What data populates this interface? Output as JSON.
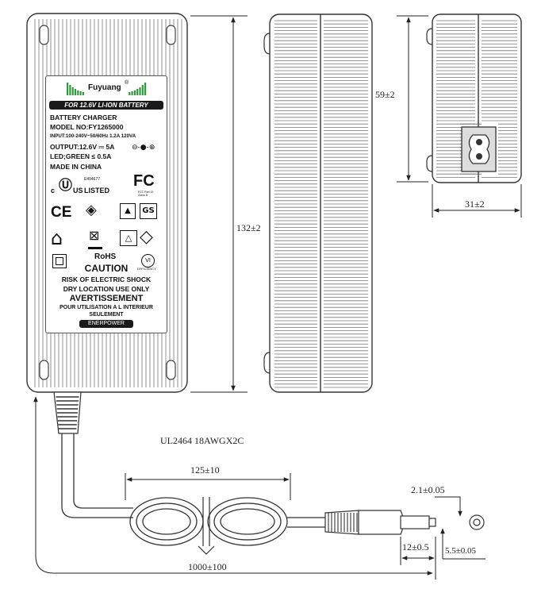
{
  "drawing": {
    "cable_spec": "UL2464 18AWGX2C",
    "dim_height": "132±2",
    "dim_side_height": "59±2",
    "dim_side_width": "31±2",
    "dim_coil": "125±10",
    "dim_cable_length": "1000±100",
    "dim_plug_length": "12±0.5",
    "dim_pin_inner": "2.1±0.05",
    "dim_pin_outer": "5.5±0.05"
  },
  "label": {
    "brand": "Fuyuang",
    "brand_mark": "®",
    "battery_type": "FOR 12.6V LI-ION BATTERY",
    "product": "BATTERY CHARGER",
    "model": "MODEL NO:FY1265000",
    "input": "INPUT:100-240V~50/60Hz 1.2A 120VA",
    "output": "OUTPUT:12.6V ⎓ 5A",
    "led": "LED;GREEN ≤ 0.5A",
    "origin": "MADE IN CHINA",
    "ul_file": "E494677",
    "ul_listed": "LISTED",
    "ul_us": "US",
    "ul_c": "c",
    "fcc_note": "FCC Part 15\nClass B",
    "rohs": "RoHS",
    "caution": "CAUTION",
    "shock": "RISK OF ELECTRIC SHOCK",
    "dry": "DRY LOCATION USE ONLY",
    "avertissement": "AVERTISSEMENT",
    "fr_line1": "POUR UTILISATION A L INTERIEUR",
    "fr_line2": "SEULEMENT",
    "maker": "ENERPOWER",
    "efficiency": "VI",
    "efficiency_label": "EFFICIENCY"
  }
}
